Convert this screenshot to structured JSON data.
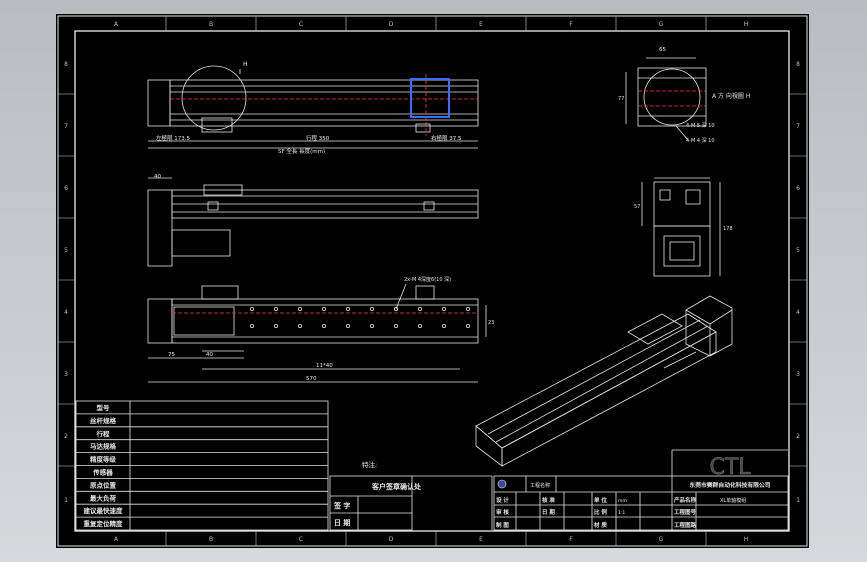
{
  "border": {
    "col_letters_top": [
      "A",
      "B",
      "C",
      "D",
      "E",
      "F",
      "G",
      "H"
    ],
    "col_letters_bottom": [
      "A",
      "B",
      "C",
      "D",
      "E",
      "F",
      "G",
      "H"
    ],
    "row_numbers_left": [
      "8",
      "7",
      "6",
      "5",
      "4",
      "3",
      "2",
      "1"
    ],
    "row_numbers_right": [
      "8",
      "7",
      "6",
      "5",
      "4",
      "3",
      "2",
      "1"
    ]
  },
  "top_view": {
    "dim_left": "左極限 173.5",
    "dim_travel": "行程 350",
    "dim_right": "右極限 37.5",
    "dim_total": "SF 全長 長度(mm)",
    "label_h": "H"
  },
  "side_view": {
    "dim_height": "40"
  },
  "bottom_view": {
    "note": "2x-M 4深度6(10 深)",
    "dim_a": "75",
    "dim_b": "40",
    "dim_c": "11*40",
    "dim_d": "570",
    "dim_e": "23"
  },
  "end_view": {
    "title": "A 方 向視圖 H",
    "dim_top": "65",
    "dim_left": "77",
    "note_1": "4-M 5 深 10",
    "note_2": "4-M 4 深 10"
  },
  "front_view": {
    "dim_v": "57",
    "dim_right": "178"
  },
  "param_table": {
    "rows": [
      "型号",
      "丝杆规格",
      "行程",
      "马达规格",
      "精度等级",
      "传感器",
      "原点位置",
      "最大负荷",
      "建议最快速度",
      "重复定位精度"
    ]
  },
  "remarks": {
    "label": "特注:"
  },
  "confirm": {
    "title": "客户签章确认处",
    "sign_label": "签 字",
    "date_label": "日 期"
  },
  "title_block": {
    "logo": "CTL",
    "company": "东莞市赛群自动化科技有限公司",
    "product": "XL单轴模组",
    "project_label": "工程名称",
    "design": "设 计",
    "check": "审 核",
    "draw": "制 图",
    "approve": "核 准",
    "date": "日 期",
    "unit": "单 位",
    "unit_val": "mm",
    "scale": "比 例",
    "scale_val": "1:1",
    "material": "材 质",
    "product_name_label": "产品名称",
    "drawing_no": "工程图号",
    "drawing_path": "工程图路"
  }
}
